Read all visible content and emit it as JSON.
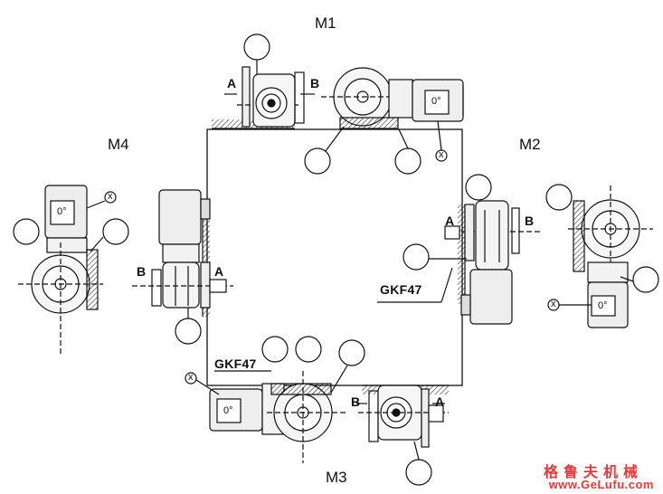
{
  "positions": {
    "m1": "M1",
    "m2": "M2",
    "m3": "M3",
    "m4": "M4"
  },
  "models": {
    "right": "GKF47",
    "bottom": "GKF47"
  },
  "shaft_labels": {
    "a": "A",
    "b": "B"
  },
  "motor_angle": "0°",
  "marker": "x",
  "watermark": {
    "brand_cn": "格鲁夫机械",
    "url": "www.GeLufu.com"
  },
  "colors": {
    "line": "#111111",
    "watermark": "#e23a3a",
    "background": "#ffffff"
  }
}
